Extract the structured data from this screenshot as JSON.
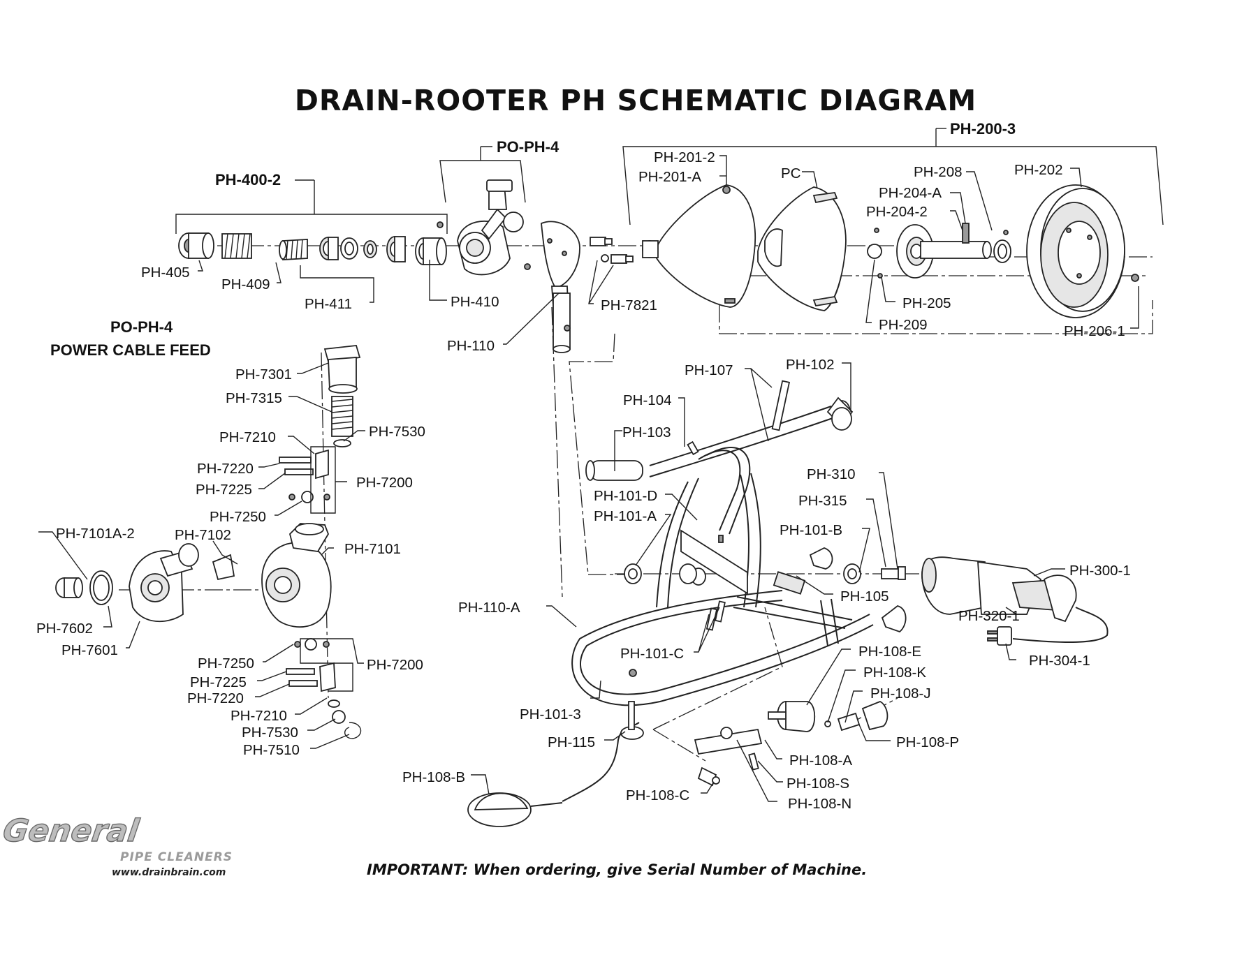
{
  "title": "DRAIN-ROOTER PH SCHEMATIC DIAGRAM",
  "note": "IMPORTANT: When ordering, give Serial Number of Machine.",
  "logo": {
    "brand": "General",
    "tagline": "PIPE CLEANERS",
    "url": "www.drainbrain.com"
  },
  "groups": {
    "ph_400_2": "PH-400-2",
    "po_ph_4_top": "PO-PH-4",
    "ph_200_3": "PH-200-3",
    "po_ph_4_side": "PO-PH-4",
    "power_cable_feed": "POWER CABLE FEED"
  },
  "labels": {
    "ph_405": "PH-405",
    "ph_409": "PH-409",
    "ph_411": "PH-411",
    "ph_410": "PH-410",
    "ph_110": "PH-110",
    "ph_7821": "PH-7821",
    "ph_201_2": "PH-201-2",
    "ph_201_a": "PH-201-A",
    "pc": "PC",
    "ph_208": "PH-208",
    "ph_202": "PH-202",
    "ph_204_a": "PH-204-A",
    "ph_204_2": "PH-204-2",
    "ph_205": "PH-205",
    "ph_209": "PH-209",
    "ph_206_1": "PH-206-1",
    "ph_7301": "PH-7301",
    "ph_7315": "PH-7315",
    "ph_7210_a": "PH-7210",
    "ph_7530_a": "PH-7530",
    "ph_7220_a": "PH-7220",
    "ph_7225_a": "PH-7225",
    "ph_7200_a": "PH-7200",
    "ph_7250_a": "PH-7250",
    "ph_7101a_2": "PH-7101A-2",
    "ph_7102": "PH-7102",
    "ph_7101": "PH-7101",
    "ph_7602": "PH-7602",
    "ph_7601": "PH-7601",
    "ph_7250_b": "PH-7250",
    "ph_7225_b": "PH-7225",
    "ph_7220_b": "PH-7220",
    "ph_7200_b": "PH-7200",
    "ph_7210_b": "PH-7210",
    "ph_7530_b": "PH-7530",
    "ph_7510": "PH-7510",
    "ph_107": "PH-107",
    "ph_102": "PH-102",
    "ph_104": "PH-104",
    "ph_103": "PH-103",
    "ph_310": "PH-310",
    "ph_315": "PH-315",
    "ph_101_d": "PH-101-D",
    "ph_101_a": "PH-101-A",
    "ph_101_b": "PH-101-B",
    "ph_300_1": "PH-300-1",
    "ph_105": "PH-105",
    "ph_320_1": "PH-320-1",
    "ph_110_a": "PH-110-A",
    "ph_101_c": "PH-101-C",
    "ph_304_1": "PH-304-1",
    "ph_108_e": "PH-108-E",
    "ph_108_k": "PH-108-K",
    "ph_108_j": "PH-108-J",
    "ph_101_3": "PH-101-3",
    "ph_115": "PH-115",
    "ph_108_p": "PH-108-P",
    "ph_108_a": "PH-108-A",
    "ph_108_b": "PH-108-B",
    "ph_108_s": "PH-108-S",
    "ph_108_c": "PH-108-C",
    "ph_108_n": "PH-108-N"
  }
}
